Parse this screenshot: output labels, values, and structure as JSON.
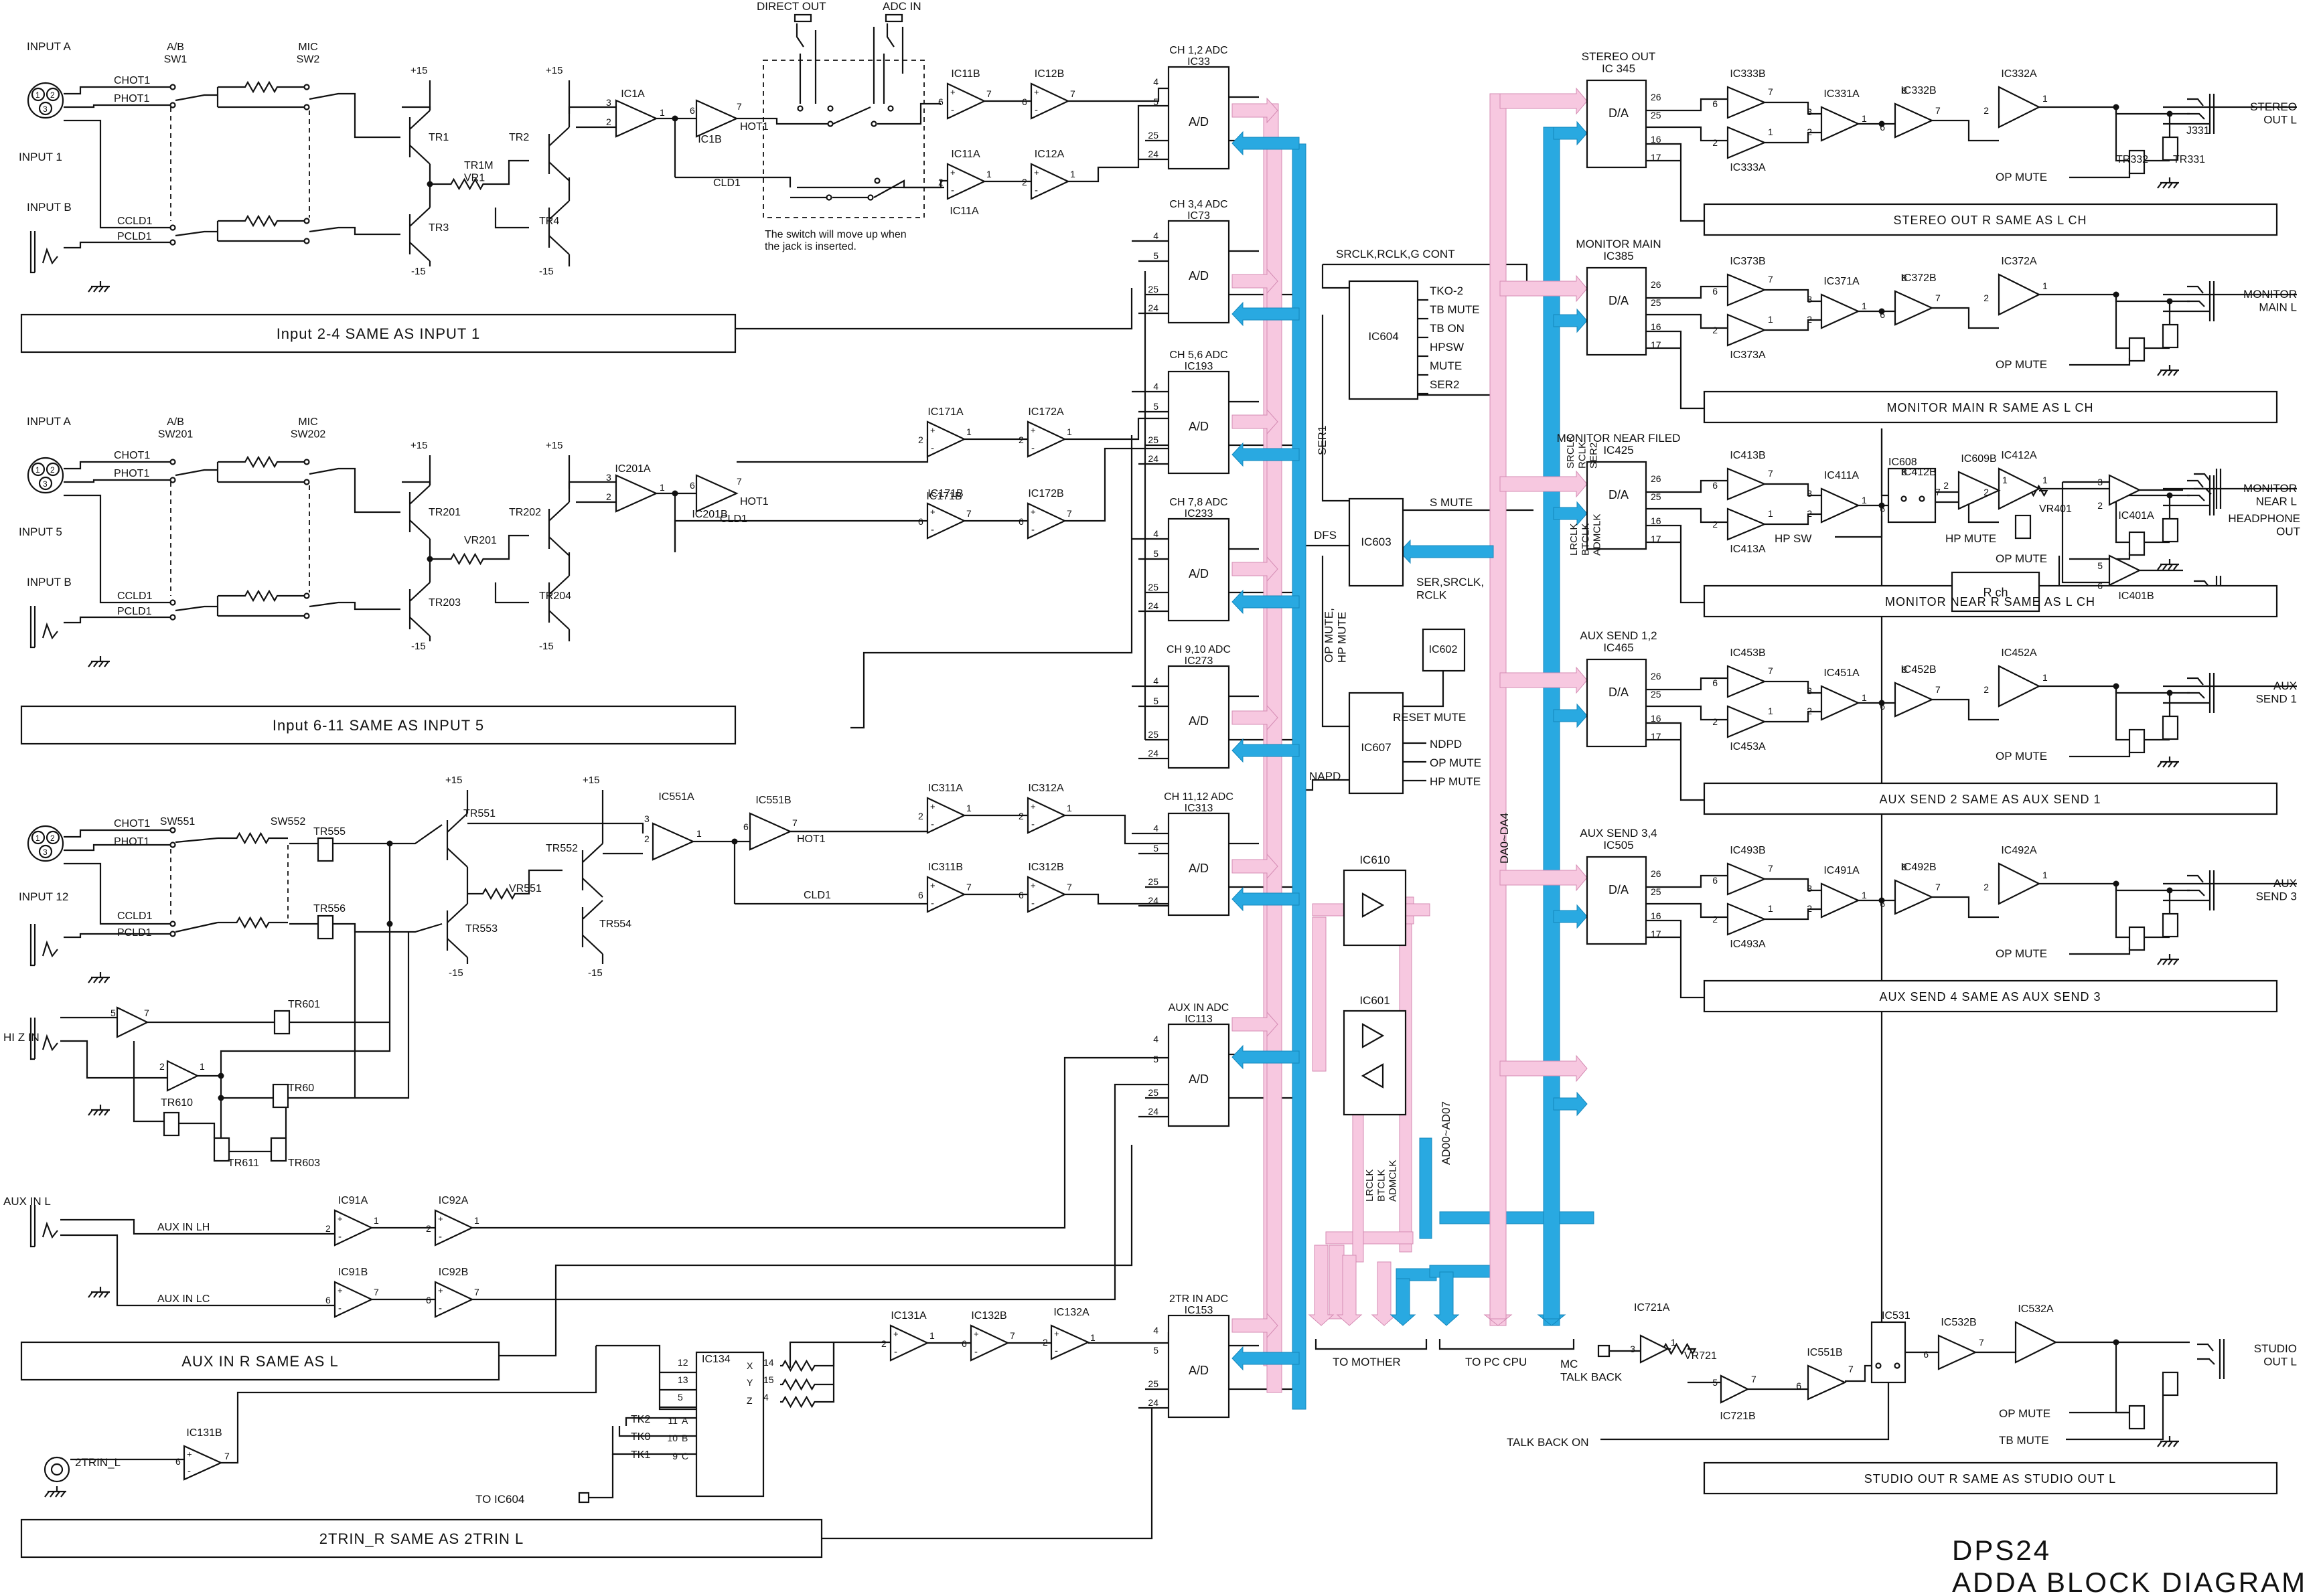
{
  "footer": {
    "line1": "DPS24",
    "line2": "ADDA BLOCK DIAGRAM"
  },
  "colors": {
    "pink_bus": "#f7c8e0",
    "blue_bus": "#29a9e1",
    "ink": "#111111"
  },
  "inputs": {
    "in1": {
      "input_a": "INPUT A",
      "input_label": "INPUT 1",
      "input_b": "INPUT B",
      "hot": "CHOT1",
      "phot": "PHOT1",
      "cold": "CCLD1",
      "pcold": "PCLD1",
      "sw_ab": "A/B\nSW1",
      "sw_mic": "MIC\nSW2",
      "tr_a": "TR1",
      "tr_b": "TR3",
      "tr_c": "TR2",
      "tr_d": "TR4",
      "trim": "TR1M\nVR1",
      "p15a": "+15",
      "p15b": "+15",
      "m15a": "-15",
      "m15b": "-15",
      "ic_a": "IC1A",
      "ic_b": "IC1B",
      "hot_out": "HOT1",
      "cld": "CLD1"
    },
    "in5": {
      "input_a": "INPUT A",
      "input_label": "INPUT 5",
      "input_b": "INPUT B",
      "hot": "CHOT1",
      "phot": "PHOT1",
      "cold": "CCLD1",
      "pcold": "PCLD1",
      "sw_ab": "A/B\nSW201",
      "sw_mic": "MIC\nSW202",
      "tr_a": "TR201",
      "tr_b": "TR203",
      "tr_c": "TR202",
      "tr_d": "TR204",
      "trim": "VR201",
      "p15a": "+15",
      "p15b": "+15",
      "m15a": "-15",
      "m15b": "-15",
      "ic_a": "IC201A",
      "ic_b": "IC201B",
      "hot_out": "HOT1",
      "cld": "CLD1"
    },
    "in12": {
      "input_a": "",
      "input_label": "INPUT 12",
      "input_b": "",
      "hot": "CHOT1",
      "phot": "PHOT1",
      "cold": "CCLD1",
      "pcold": "PCLD1",
      "sw_ab": "SW551",
      "sw_mic": "SW552",
      "tr_a": "TR551",
      "tr_b": "TR553",
      "tr_c": "TR552",
      "tr_d": "TR554",
      "trim": "VR551",
      "p15a": "+15",
      "p15b": "+15",
      "m15a": "-15",
      "m15b": "-15",
      "ic_a": "IC551A",
      "ic_b": "IC551B",
      "hot_out": "HOT1",
      "cld": "CLD1",
      "tr555": "TR555",
      "tr556": "TR556"
    }
  },
  "hiz": {
    "label": "HI Z IN",
    "tr601": "TR601",
    "tr60": "TR60",
    "tr610": "TR610",
    "tr611": "TR611",
    "tr603": "TR603"
  },
  "direct": {
    "direct_out": "DIRECT OUT",
    "adc_in": "ADC IN",
    "note1": "The switch will move up when",
    "note2": "the jack is inserted."
  },
  "ics_left": {
    "ic11b": "IC11B",
    "ic12b": "IC12B",
    "ic11a": "IC11A",
    "ic12a": "IC12A",
    "ic171a": "IC171A",
    "ic172a": "IC172A",
    "ic171b": "IC171B",
    "ic172b": "IC172B",
    "ic311a": "IC311A",
    "ic312a": "IC312A",
    "ic311b": "IC311B",
    "ic312b": "IC312B",
    "ic91a": "IC91A",
    "ic92a": "IC92A",
    "ic91b": "IC91B",
    "ic92b": "IC92B",
    "ic131a": "IC131A",
    "ic132b": "IC132B",
    "ic132a": "IC132A",
    "ic131b": "IC131B"
  },
  "banners_left": {
    "b1": "Input 2-4 SAME AS INPUT 1",
    "b2": "Input 6-11 SAME AS INPUT 5",
    "b3": "AUX IN R SAME AS L",
    "b4": "2TRIN_R SAME AS 2TRIN L"
  },
  "aux": {
    "label": "AUX IN L",
    "lh": "AUX IN LH",
    "lc": "AUX IN LC"
  },
  "trin": {
    "label": "2TRIN_L",
    "ic134": "IC134",
    "tk2": "TK2",
    "tk0": "TK0",
    "tk1": "TK1",
    "to_ic604": "TO IC604",
    "pa": "A",
    "pb": "B",
    "pc": "C",
    "px": "X",
    "py": "Y",
    "pz": "Z"
  },
  "adcs": [
    {
      "t1": "CH 1,2 ADC",
      "t2": "IC33"
    },
    {
      "t1": "CH 3,4 ADC",
      "t2": "IC73"
    },
    {
      "t1": "CH 5,6 ADC",
      "t2": "IC193"
    },
    {
      "t1": "CH 7,8 ADC",
      "t2": "IC233"
    },
    {
      "t1": "CH 9,10 ADC",
      "t2": "IC273"
    },
    {
      "t1": "CH 11,12 ADC",
      "t2": "IC313"
    },
    {
      "t1": "AUX IN ADC",
      "t2": "IC113"
    },
    {
      "t1": "2TR IN ADC",
      "t2": "IC153"
    }
  ],
  "adc_text": "A/D",
  "dac_text": "D/A",
  "center": {
    "ic604": "IC604",
    "ic604_top": "SRCLK,RCLK,G CONT",
    "ic604_outs": [
      "TKO-2",
      "TB MUTE",
      "TB ON",
      "HPSW",
      "MUTE",
      "SER2"
    ],
    "ser1": "SER1",
    "ic603": "IC603",
    "s_mute": "S MUTE",
    "dfs": "DFS",
    "ic603_in": "SER,SRCLK,\nRCLK",
    "op_hp": "OP MUTE,\nHP MUTE",
    "ic602": "IC602",
    "reset": "RESET MUTE",
    "ic607": "IC607",
    "ic607_outs": [
      "NDPD",
      "OP MUTE",
      "HP MUTE"
    ],
    "napd": "NAPD",
    "ic610": "IC610",
    "ic601": "IC601",
    "ad_bus": "AD00~AD07",
    "da_bus": "DA0~DA4",
    "clk1": "LRCLK\nBTCLK\nADMCLK",
    "clk2": "SRCLK\nRCLK\nSER2",
    "clk3": "LRCLK\nBTCLK\nADMCLK",
    "to_mother": "TO MOTHER",
    "to_pc": "TO PC CPU"
  },
  "outputs": [
    {
      "t1": "STEREO OUT",
      "t2": "IC 345",
      "b": "IC333B",
      "a": "IC333A",
      "c": "IC331A",
      "d": "IC332B",
      "e": "IC332A",
      "jack": "STEREO\nOUT L",
      "mute": "OP MUTE",
      "tr1": "TR332",
      "tr2": "TR331",
      "j": "J331",
      "banner": "STEREO OUT R SAME AS L CH"
    },
    {
      "t1": "MONITOR MAIN",
      "t2": "IC385",
      "b": "IC373B",
      "a": "IC373A",
      "c": "IC371A",
      "d": "IC372B",
      "e": "IC372A",
      "jack": "MONITOR\nMAIN L",
      "mute": "OP MUTE",
      "banner": "MONITOR MAIN R SAME AS L CH"
    },
    {
      "t1": "MONITOR NEAR FILED",
      "t2": "IC425",
      "b": "IC413B",
      "a": "IC413A",
      "c": "IC411A",
      "d": "IC412B",
      "e": "IC412A",
      "jack": "MONITOR\nNEAR L",
      "mute": "OP MUTE",
      "banner": "MONITOR NEAR R SAME AS L CH"
    },
    {
      "t1": "AUX SEND 1,2",
      "t2": "IC465",
      "b": "IC453B",
      "a": "IC453A",
      "c": "IC451A",
      "d": "IC452B",
      "e": "IC452A",
      "jack": "AUX\nSEND 1",
      "mute": "OP MUTE",
      "banner": "AUX SEND 2 SAME AS AUX SEND 1"
    },
    {
      "t1": "AUX SEND 3,4",
      "t2": "IC505",
      "b": "IC493B",
      "a": "IC493A",
      "c": "IC491A",
      "d": "IC492B",
      "e": "IC492A",
      "jack": "AUX\nSEND 3",
      "mute": "OP MUTE",
      "banner": "AUX SEND 4 SAME AS AUX SEND 3"
    }
  ],
  "headphone": {
    "ic608": "IC608",
    "ic609b": "IC609B",
    "vr401": "VR401",
    "ic401a": "IC401A",
    "ic401b": "IC401B",
    "jack": "HEADPHONE\nOUT",
    "hp_sw": "HP SW",
    "hp_mute": "HP MUTE",
    "rch": "R ch"
  },
  "studio": {
    "ic721a": "IC721A",
    "vr721": "VR721",
    "ic721b": "IC721B",
    "ic551b": "IC551B",
    "ic531": "IC531",
    "ic532b": "IC532B",
    "ic532a": "IC532A",
    "mc": "MC\nTALK BACK",
    "talk_on": "TALK BACK ON",
    "jack": "STUDIO\nOUT L",
    "op_mute": "OP MUTE",
    "tb_mute": "TB MUTE",
    "banner": "STUDIO OUT R SAME AS STUDIO OUT L"
  }
}
